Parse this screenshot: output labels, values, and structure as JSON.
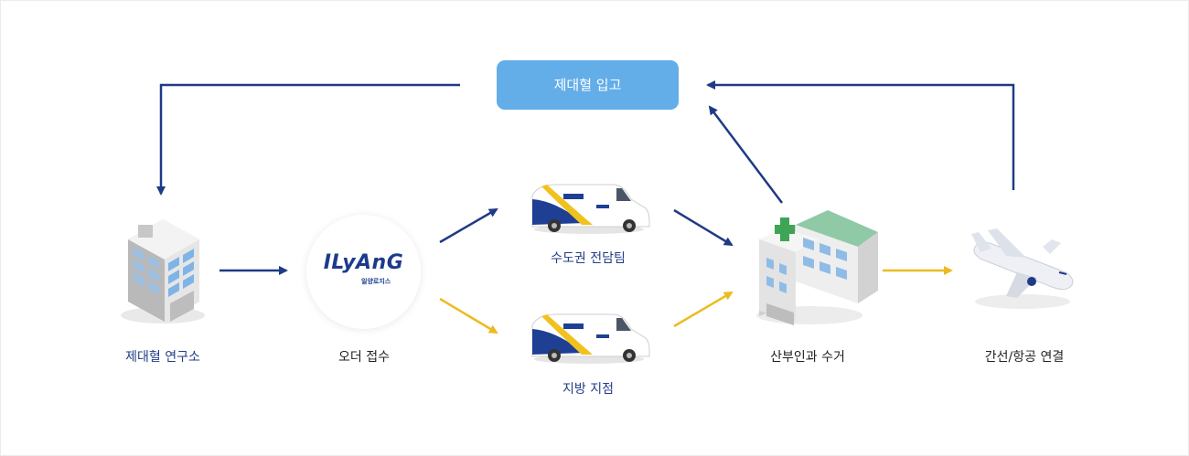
{
  "top_node": {
    "label": "제대혈 입고"
  },
  "nodes": {
    "research": {
      "label": "제대혈 연구소",
      "icon": "building-icon"
    },
    "order": {
      "label": "오더 접수",
      "icon": "ilyang-logo"
    },
    "capital": {
      "label": "수도권 전담팀",
      "icon": "delivery-van-icon"
    },
    "regional": {
      "label": "지방 지점",
      "icon": "delivery-van-icon"
    },
    "hospital": {
      "label": "산부인과 수거",
      "icon": "hospital-icon"
    },
    "air": {
      "label": "간선/항공 연결",
      "icon": "airplane-icon"
    }
  },
  "logo": {
    "brand": "ILyAnG",
    "sub": "일양로지스"
  },
  "colors": {
    "navy": "#1f3a86",
    "yellow": "#ecbb22",
    "button": "#63ade8"
  }
}
